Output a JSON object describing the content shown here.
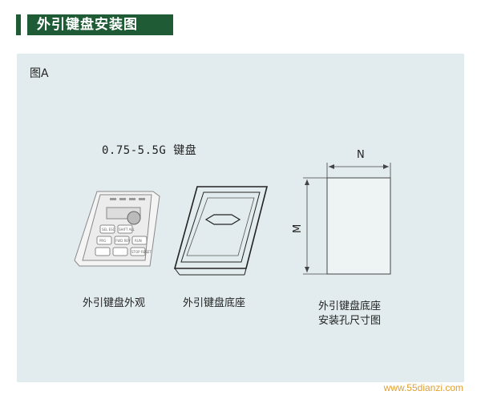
{
  "header": {
    "title": "外引键盘安装图"
  },
  "panel": {
    "label": "图A",
    "model": "0.75-5.5G 键盘",
    "captions": {
      "keypad": "外引键盘外观",
      "base": "外引键盘底座",
      "cutout_line1": "外引键盘底座",
      "cutout_line2": "安装孔尺寸图"
    },
    "dims": {
      "n": "N",
      "m": "M"
    },
    "keypad_keys": [
      "SEL ESC",
      "SHIFT ALL",
      "PRG",
      "FWD REV",
      "RUN",
      "STOP RESET"
    ]
  },
  "watermark": "www.55dianzi.com",
  "colors": {
    "header_bg": "#1f5c36",
    "panel_bg": "#e2ecee",
    "watermark": "#e0a030"
  }
}
